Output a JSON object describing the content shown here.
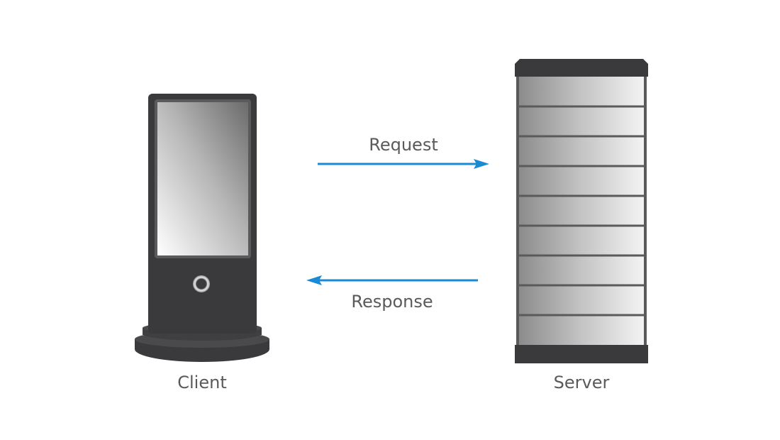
{
  "nodes": {
    "client": {
      "label": "Client",
      "icon": "kiosk-icon"
    },
    "server": {
      "label": "Server",
      "icon": "server-tower-icon"
    }
  },
  "edges": [
    {
      "from": "client",
      "to": "server",
      "label": "Request"
    },
    {
      "from": "server",
      "to": "client",
      "label": "Response"
    }
  ],
  "colors": {
    "arrow": "#1a8ad4",
    "device_body": "#3a3a3c",
    "label_text": "#5a5a5a"
  }
}
